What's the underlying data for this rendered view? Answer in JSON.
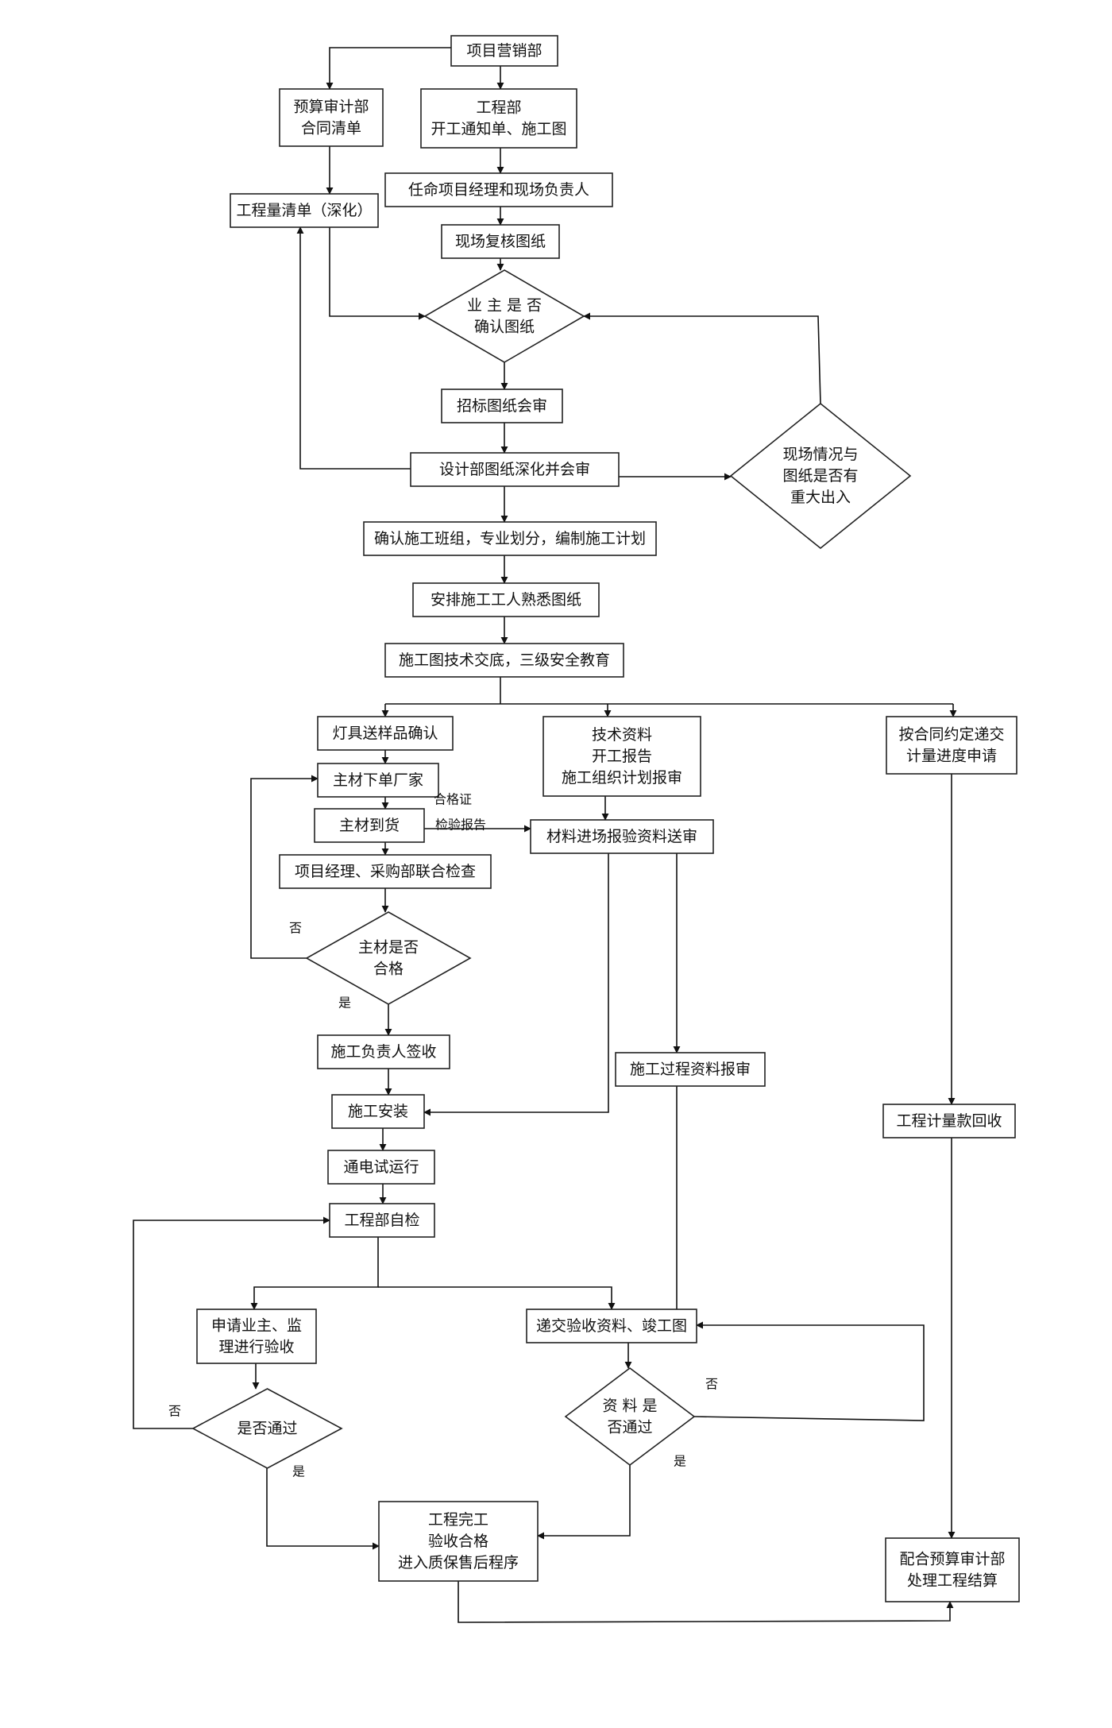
{
  "nodes": {
    "marketing": [
      "项目营销部"
    ],
    "budget_contract": [
      "预算审计部",
      "合同清单"
    ],
    "engineering_dept": [
      "工程部",
      "开工通知单、施工图"
    ],
    "appoint_manager": [
      "任命项目经理和现场负责人"
    ],
    "bill_quantities": [
      "工程量清单（深化）"
    ],
    "review_drawings": [
      "现场复核图纸"
    ],
    "owner_confirm": [
      "业 主 是 否",
      "确认图纸"
    ],
    "tender_review": [
      "招标图纸会审"
    ],
    "design_deepen": [
      "设计部图纸深化并会审"
    ],
    "site_discrepancy": [
      "现场情况与",
      "图纸是否有",
      "重大出入"
    ],
    "confirm_team": [
      "确认施工班组，专业划分，编制施工计划"
    ],
    "arrange_workers": [
      "安排施工工人熟悉图纸"
    ],
    "tech_briefing": [
      "施工图技术交底，三级安全教育"
    ],
    "lamp_sample": [
      "灯具送样品确认"
    ],
    "tech_docs": [
      "技术资料",
      "开工报告",
      "施工组织计划报审"
    ],
    "progress_apply": [
      "按合同约定递交",
      "计量进度申请"
    ],
    "order_material": [
      "主材下单厂家"
    ],
    "material_arrival": [
      "主材到货"
    ],
    "material_doc_submit": [
      "材料进场报验资料送审"
    ],
    "joint_inspection": [
      "项目经理、采购部联合检查"
    ],
    "material_qualified": [
      "主材是否",
      "合格"
    ],
    "site_lead_sign": [
      "施工负责人签收"
    ],
    "process_docs": [
      "施工过程资料报审"
    ],
    "construction_install": [
      "施工安装"
    ],
    "payment_recovery": [
      "工程计量款回收"
    ],
    "power_test": [
      "通电试运行"
    ],
    "self_inspection": [
      "工程部自检"
    ],
    "apply_acceptance": [
      "申请业主、监",
      "理进行验收"
    ],
    "submit_completion_docs": [
      "递交验收资料、竣工图"
    ],
    "pass_check": [
      "是否通过"
    ],
    "docs_pass_check": [
      "资 料 是",
      "否通过"
    ],
    "project_complete": [
      "工程完工",
      "验收合格",
      "进入质保售后程序"
    ],
    "final_settlement": [
      "配合预算审计部",
      "处理工程结算"
    ]
  },
  "labels": {
    "certificate": "合格证",
    "inspection_report": "检验报告",
    "no_material": "否",
    "yes_material": "是",
    "no_pass": "否",
    "yes_pass": "是",
    "no_docs": "否",
    "yes_docs": "是"
  }
}
